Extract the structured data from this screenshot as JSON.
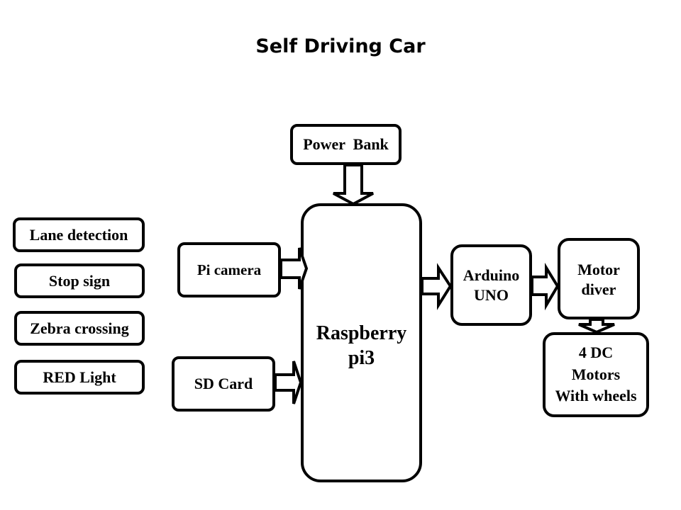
{
  "title": "Self Driving Car",
  "features": [
    {
      "label": "Lane detection"
    },
    {
      "label": "Stop sign"
    },
    {
      "label": "Zebra crossing"
    },
    {
      "label": "RED Light"
    }
  ],
  "nodes": {
    "power_bank": "Power  Bank",
    "pi_camera": "Pi camera",
    "sd_card": "SD Card",
    "raspberry_pi": "Raspberry\npi3",
    "arduino": "Arduino\nUNO",
    "motor_driver": "Motor\ndiver",
    "dc_motors": "4 DC\nMotors\nWith wheels"
  },
  "connections": [
    {
      "from": "Power Bank",
      "to": "Raspberry pi3"
    },
    {
      "from": "Pi camera",
      "to": "Raspberry pi3"
    },
    {
      "from": "SD Card",
      "to": "Raspberry pi3"
    },
    {
      "from": "Raspberry pi3",
      "to": "Arduino UNO"
    },
    {
      "from": "Arduino UNO",
      "to": "Motor diver"
    },
    {
      "from": "Motor diver",
      "to": "4 DC Motors With wheels"
    }
  ]
}
